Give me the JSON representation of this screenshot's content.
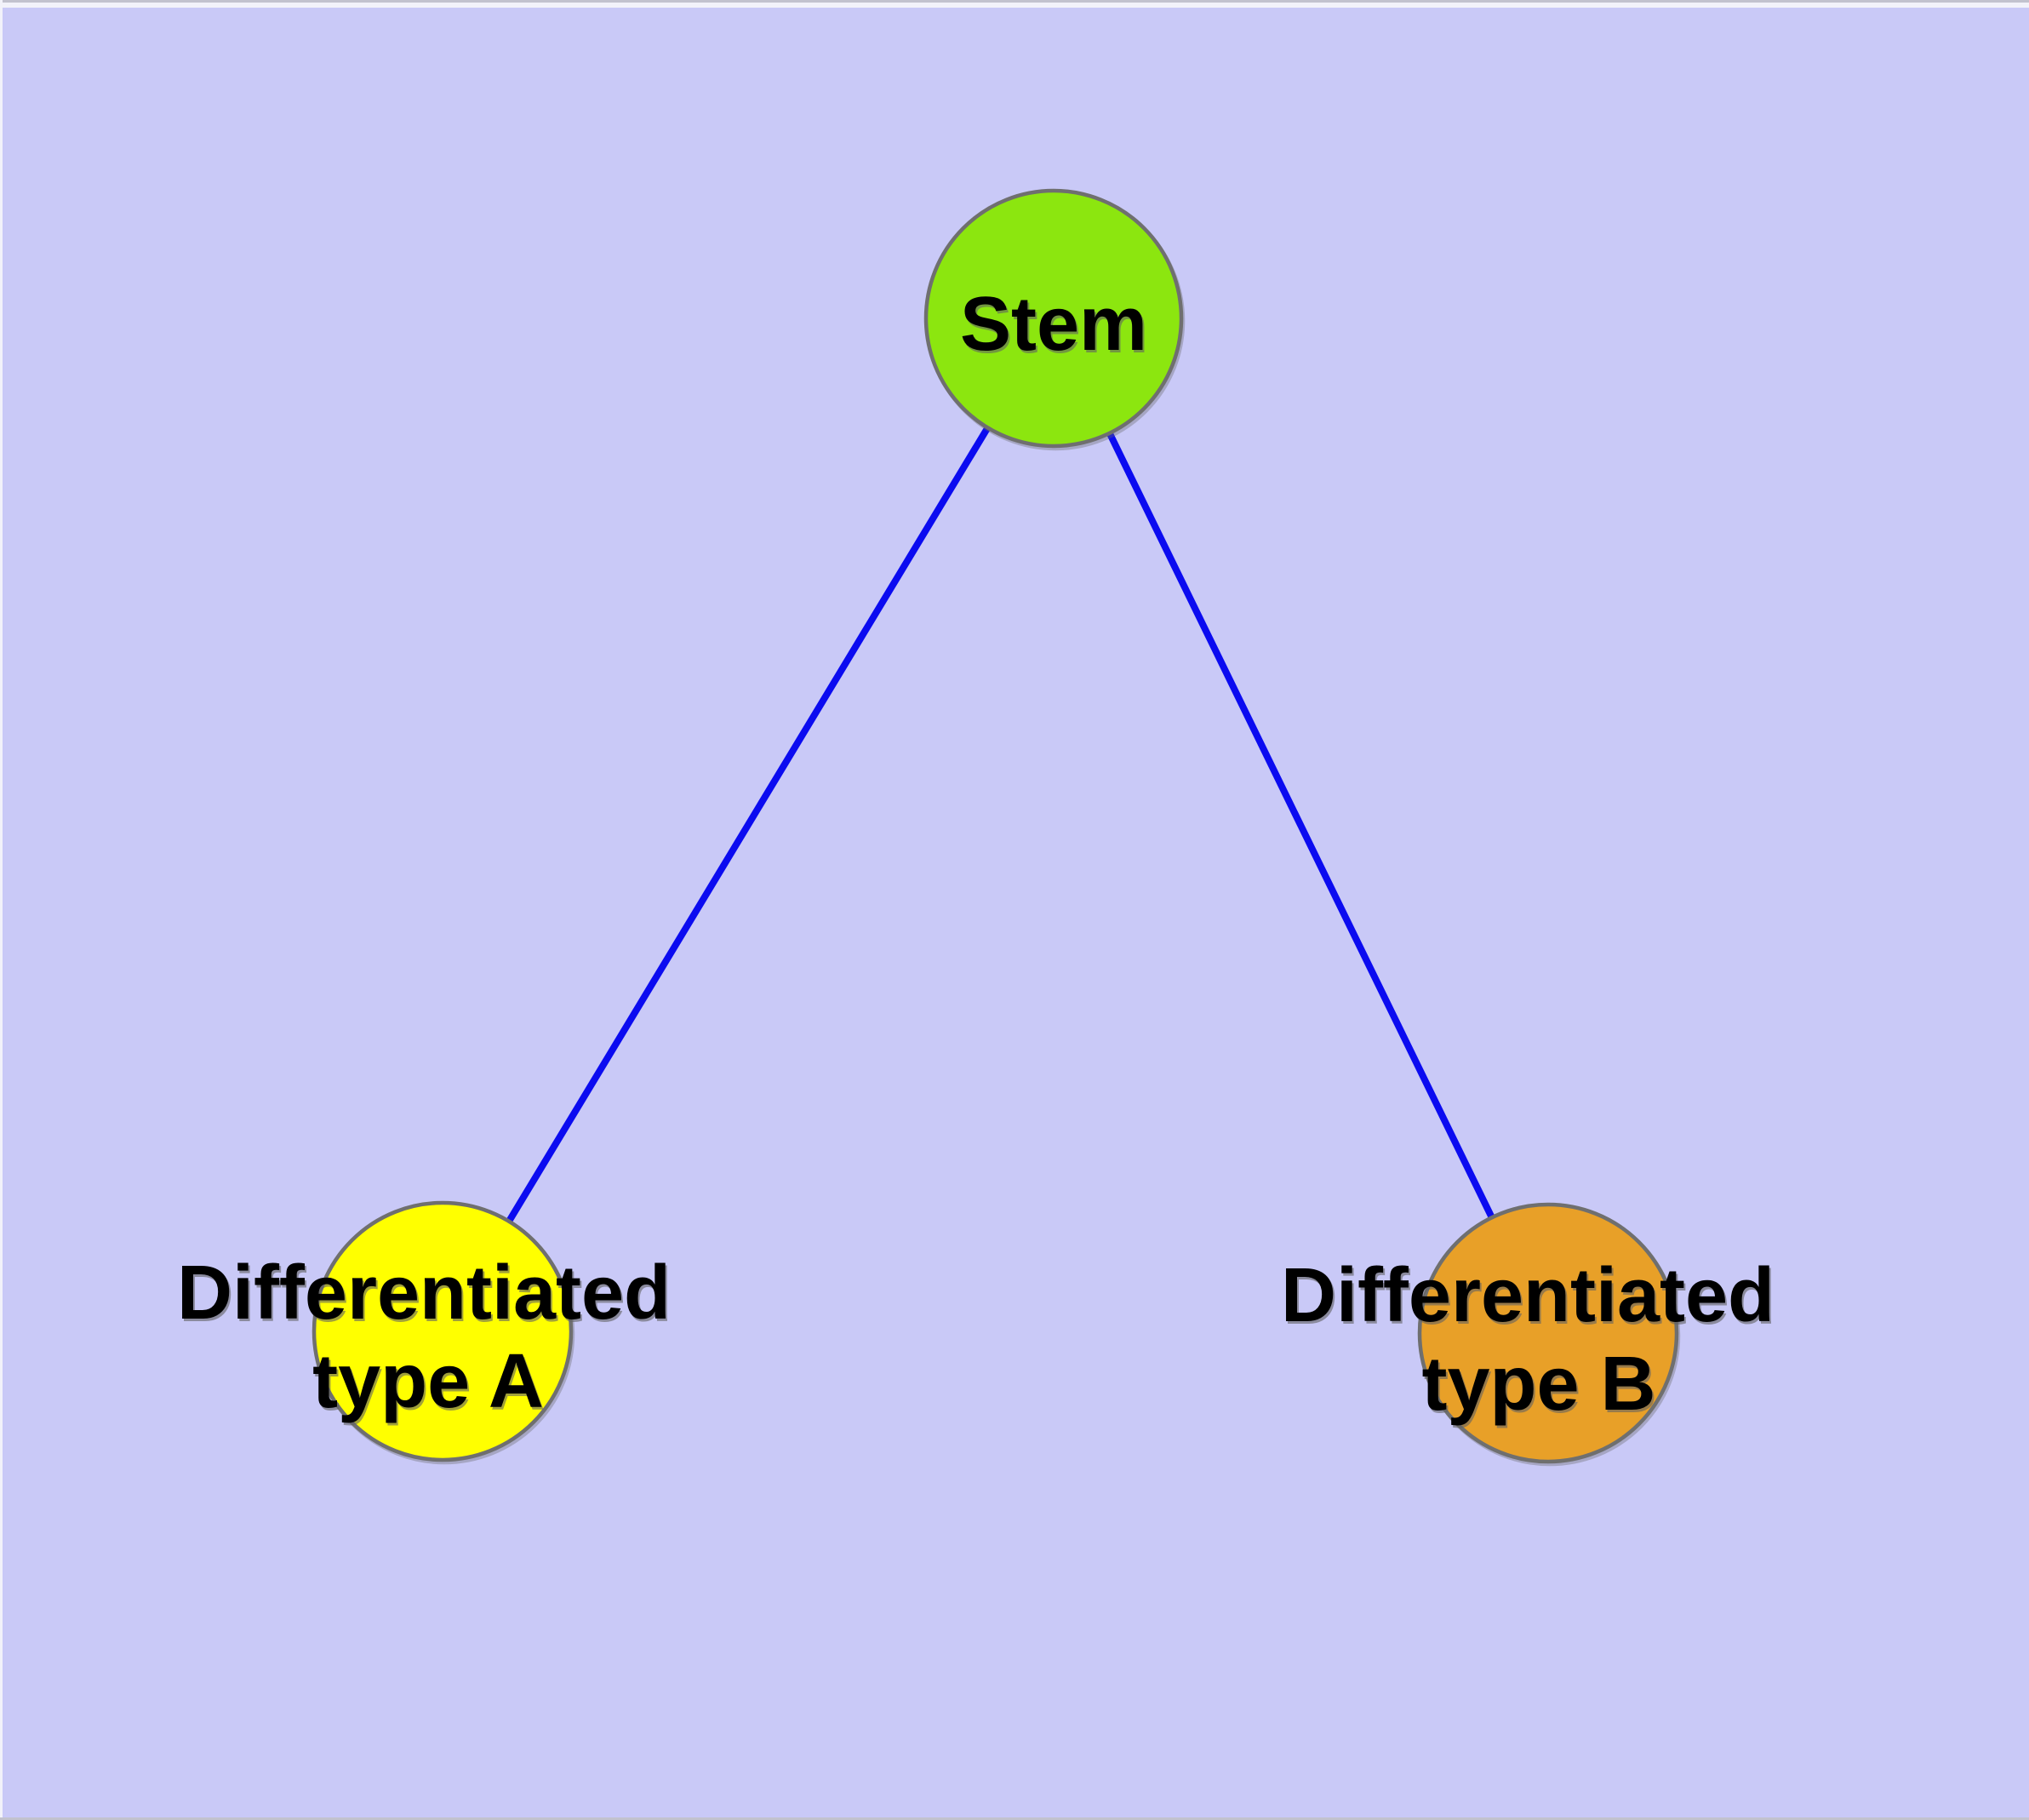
{
  "diagram": {
    "type": "node-link-graph",
    "background_color": "#C9C9F7",
    "frame_border_color": "#F2F2FA",
    "frame_edge_dark_color": "#C2C2CE",
    "text_color": "#000000",
    "edge_color": "#0B0BF0",
    "node_border_color": "#6F6F6F",
    "nodes": {
      "stem": {
        "label": "Stem",
        "fill": "#8CE60F"
      },
      "type_a": {
        "label_line1": "Differentiated",
        "label_line2": "type A",
        "fill": "#FFFF00"
      },
      "type_b": {
        "label_line1": "Differentiated",
        "label_line2": "type B",
        "fill": "#E8A028"
      }
    },
    "edges": [
      {
        "from": "Stem",
        "to": "Differentiated type A"
      },
      {
        "from": "Stem",
        "to": "Differentiated type B"
      }
    ]
  }
}
